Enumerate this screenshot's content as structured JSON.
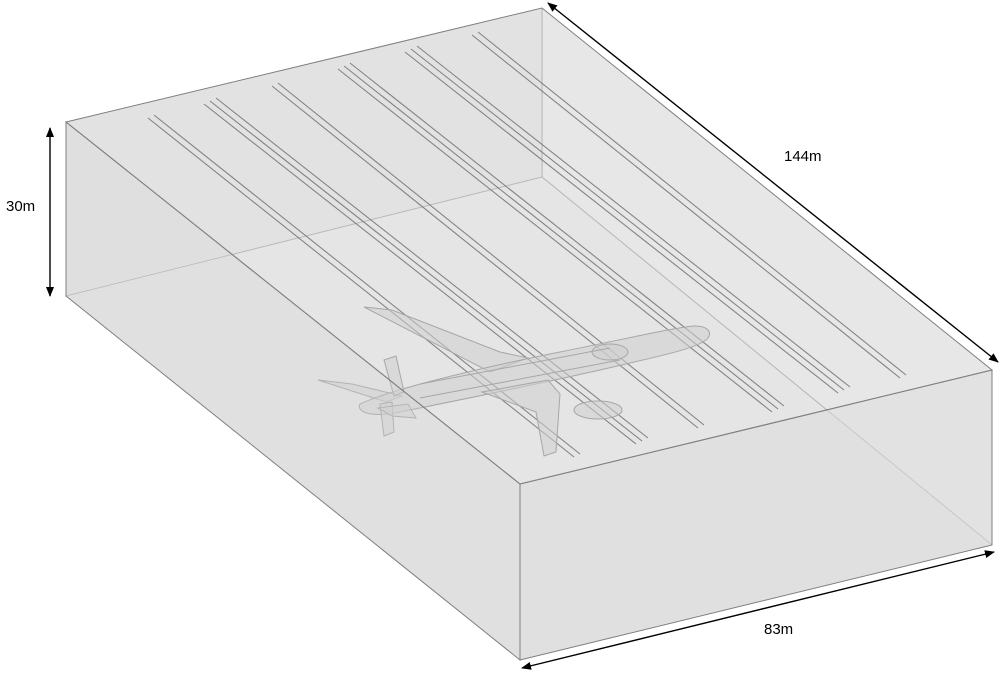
{
  "dimensions": {
    "height": "30m",
    "length": "144m",
    "width": "83m"
  },
  "colors": {
    "box_fill": "#d6d6d6",
    "box_edge": "#8c8c8c",
    "slot": "#555555",
    "aircraft": "#cfcfcf",
    "arrow": "#000000"
  }
}
